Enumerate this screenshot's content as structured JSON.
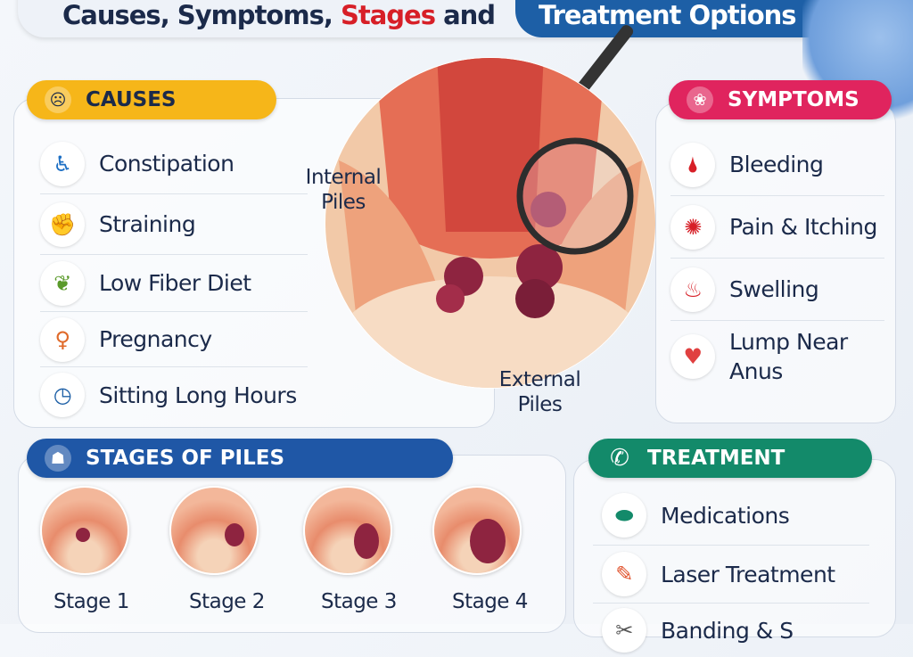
{
  "title": {
    "part1": "Causes, Symptoms, ",
    "part2": "Stages",
    "part3": " and ",
    "part4": "Treatment Options"
  },
  "colors": {
    "causes": "#f6b619",
    "symptoms": "#e0245e",
    "stages": "#1f57a6",
    "treatment": "#138a6a",
    "title_red": "#d71f27",
    "title_blue": "#1d5fa6"
  },
  "causes": {
    "header": "CAUSES",
    "icon": "warning-icon",
    "items": [
      {
        "label": "Constipation",
        "icon": "toilet-person-icon"
      },
      {
        "label": "Straining",
        "icon": "straining-icon"
      },
      {
        "label": "Low Fiber Diet",
        "icon": "vegetables-icon"
      },
      {
        "label": "Pregnancy",
        "icon": "pregnant-woman-icon"
      },
      {
        "label": "Sitting Long Hours",
        "icon": "clock-icon"
      }
    ]
  },
  "illustration": {
    "internal_label": "Internal Piles",
    "external_label": "External Piles"
  },
  "symptoms": {
    "header": "SYMPTOMS",
    "icon": "symptom-icon",
    "items": [
      {
        "label": "Bleeding",
        "icon": "blood-drop-icon"
      },
      {
        "label": "Pain & Itching",
        "icon": "pain-icon"
      },
      {
        "label": "Swelling",
        "icon": "swelling-icon"
      },
      {
        "label": "Lump Near Anus",
        "icon": "heart-lump-icon"
      }
    ]
  },
  "stages": {
    "header": "STAGES OF PILES",
    "icon": "stages-icon",
    "items": [
      "Stage 1",
      "Stage 2",
      "Stage 3",
      "Stage 4"
    ]
  },
  "treatment": {
    "header": "TREATMENT",
    "icon": "phone-icon",
    "items": [
      {
        "label": "Medications",
        "icon": "pill-icon"
      },
      {
        "label": "Laser Treatment",
        "icon": "laser-icon"
      },
      {
        "label": "Banding & S",
        "icon": "banding-icon"
      }
    ]
  }
}
